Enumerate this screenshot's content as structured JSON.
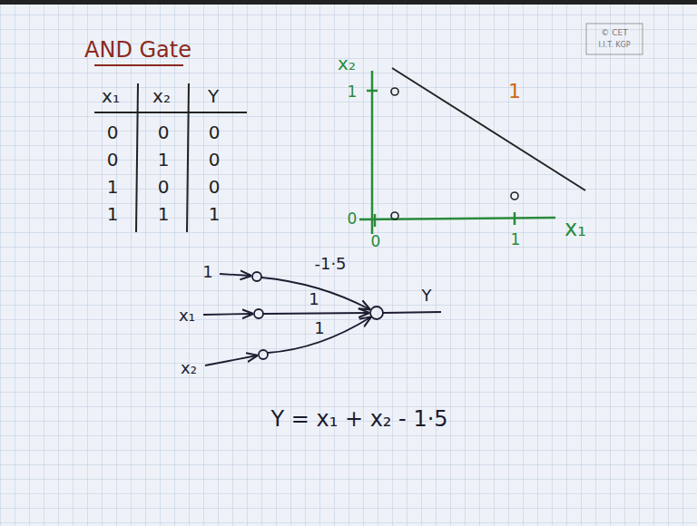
{
  "diagram": {
    "title": "AND Gate",
    "labels": [
      "x₁",
      "x₂",
      "Y",
      "0",
      "0",
      "0",
      "0",
      "1",
      "0",
      "1",
      "0",
      "0",
      "1",
      "1",
      "1",
      "© CET",
      "I.I.T. KGP",
      "x₂",
      "1",
      "0",
      "0",
      "1",
      "x₁",
      "1",
      "1",
      "-1·5",
      "1",
      "x₁",
      "1",
      "x₂",
      "Y",
      "Y = x₁ + x₂ - 1·5"
    ]
  }
}
